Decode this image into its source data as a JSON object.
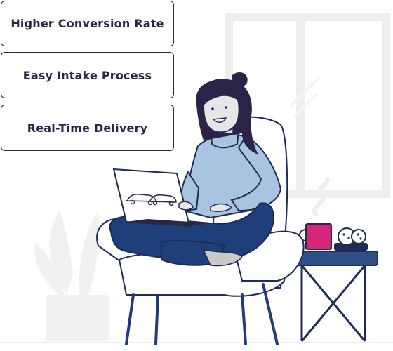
{
  "features": [
    {
      "label": "Higher Conversion Rate"
    },
    {
      "label": "Easy Intake Process"
    },
    {
      "label": "Real-Time Delivery"
    }
  ],
  "colors": {
    "text": "#2b2446",
    "outline": "#1f2a55",
    "sweater": "#a9c4e0",
    "jeans": "#1f3f7a",
    "mug": "#d6267a",
    "table": "#2b4f86",
    "chair_legs": "#233b78",
    "background_shapes": "#f0f0f0"
  },
  "icons": [
    "woman-with-laptop-illustration",
    "armchair-icon",
    "side-table-icon",
    "coffee-mug-icon",
    "cookie-plate-icon",
    "window-icon",
    "plant-silhouette-icon",
    "laptop-icon",
    "cars-sketch-icon"
  ]
}
